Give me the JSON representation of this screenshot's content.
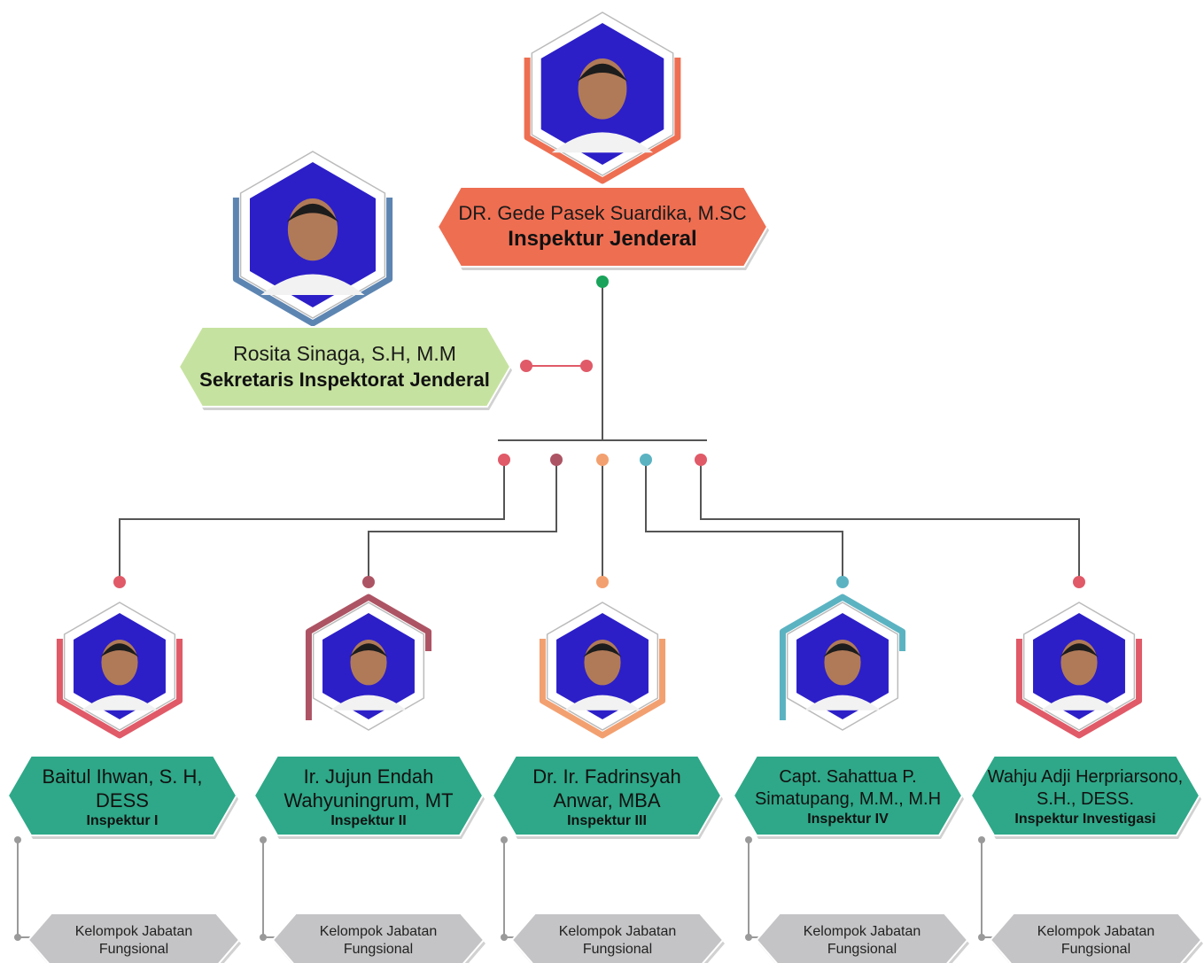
{
  "top": {
    "name": "DR. Gede Pasek Suardika, M.SC",
    "role": "Inspektur Jenderal",
    "box_color": "#ee6e52",
    "frame_color": "#ee6e52"
  },
  "secretary": {
    "name": "Rosita Sinaga, S.H, M.M",
    "role": "Sekretaris Inspektorat Jenderal",
    "box_color": "#c6e2a0",
    "frame_color": "#5d85b2"
  },
  "inspectors": [
    {
      "name_line1": "Baitul Ihwan, S. H,",
      "name_line2": "DESS",
      "role": "Inspektur I",
      "accent": "#e05a68"
    },
    {
      "name_line1": "Ir. Jujun Endah",
      "name_line2": "Wahyuningrum, MT",
      "role": "Inspektur II",
      "accent": "#ad5464"
    },
    {
      "name_line1": "Dr. Ir. Fadrinsyah",
      "name_line2": "Anwar, MBA",
      "role": "Inspektur III",
      "accent": "#f3a070"
    },
    {
      "name_line1": "Capt. Sahattua P.",
      "name_line2": "Simatupang, M.M., M.H",
      "role": "Inspektur IV",
      "accent": "#5bb3c2"
    },
    {
      "name_line1": "Wahju Adji Herpriarsono,",
      "name_line2": "S.H., DESS.",
      "role": "Inspektur Investigasi",
      "accent": "#e05a68"
    }
  ],
  "functional_group": {
    "line1": "Kelompok Jabatan",
    "line2": "Fungsional"
  },
  "colors": {
    "inspector_box": "#2ea888",
    "functional_box": "#c4c4c6",
    "connector": "#555555",
    "photo_bg": "#2c1fc8",
    "top_dot": "#1aa35a"
  }
}
